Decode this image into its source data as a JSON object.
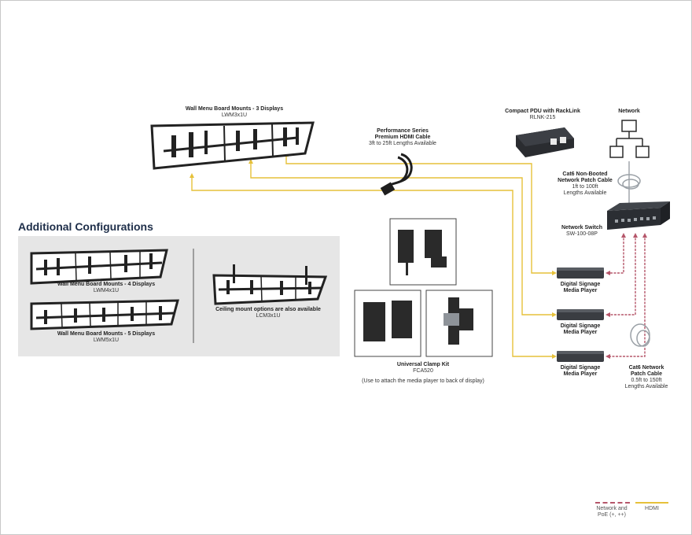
{
  "labels": {
    "wall3": {
      "title": "Wall Menu Board Mounts - 3 Displays",
      "model": "LWM3x1U"
    },
    "hdmi": {
      "title1": "Performance Series",
      "title2": "Premium HDMI Cable",
      "note": "3ft to 25ft Lengths Available"
    },
    "pdu": {
      "title": "Compact PDU with RackLink",
      "model": "RLNK-215"
    },
    "network": {
      "title": "Network"
    },
    "cat6nb": {
      "title1": "Cat6 Non-Booted",
      "title2": "Network Patch Cable",
      "note1": "1ft to 100ft",
      "note2": "Lengths Available"
    },
    "switch": {
      "title": "Network Switch",
      "model": "SW-100-08P"
    },
    "player1": {
      "line1": "Digital Signage",
      "line2": "Media Player"
    },
    "player2": {
      "line1": "Digital Signage",
      "line2": "Media Player"
    },
    "player3": {
      "line1": "Digital Signage",
      "line2": "Media Player"
    },
    "cat6": {
      "title1": "Cat6 Network",
      "title2": "Patch Cable",
      "note1": "0.5ft to 150ft",
      "note2": "Lengths Available"
    },
    "clamp": {
      "title": "Universal Clamp Kit",
      "model": "FCA520",
      "note": "(Use to attach the media player to back of display)"
    },
    "additional": {
      "heading": "Additional Configurations"
    },
    "wall4": {
      "title": "Wall Menu Board Mounts - 4 Displays",
      "model": "LWM4x1U"
    },
    "wall5": {
      "title": "Wall Menu Board Mounts - 5 Displays",
      "model": "LWM5x1U"
    },
    "ceiling": {
      "title": "Ceiling mount options are also available",
      "model": "LCM3x1U"
    }
  },
  "legend": {
    "network_line1": "Network and",
    "network_line2": "PoE (+, ++)",
    "hdmi": "HDMI"
  },
  "colors": {
    "hdmi": "#e6c13a",
    "network": "#b5566a",
    "heading": "#1f2f4a",
    "mount": "#222222",
    "device": "#3a3d42"
  }
}
